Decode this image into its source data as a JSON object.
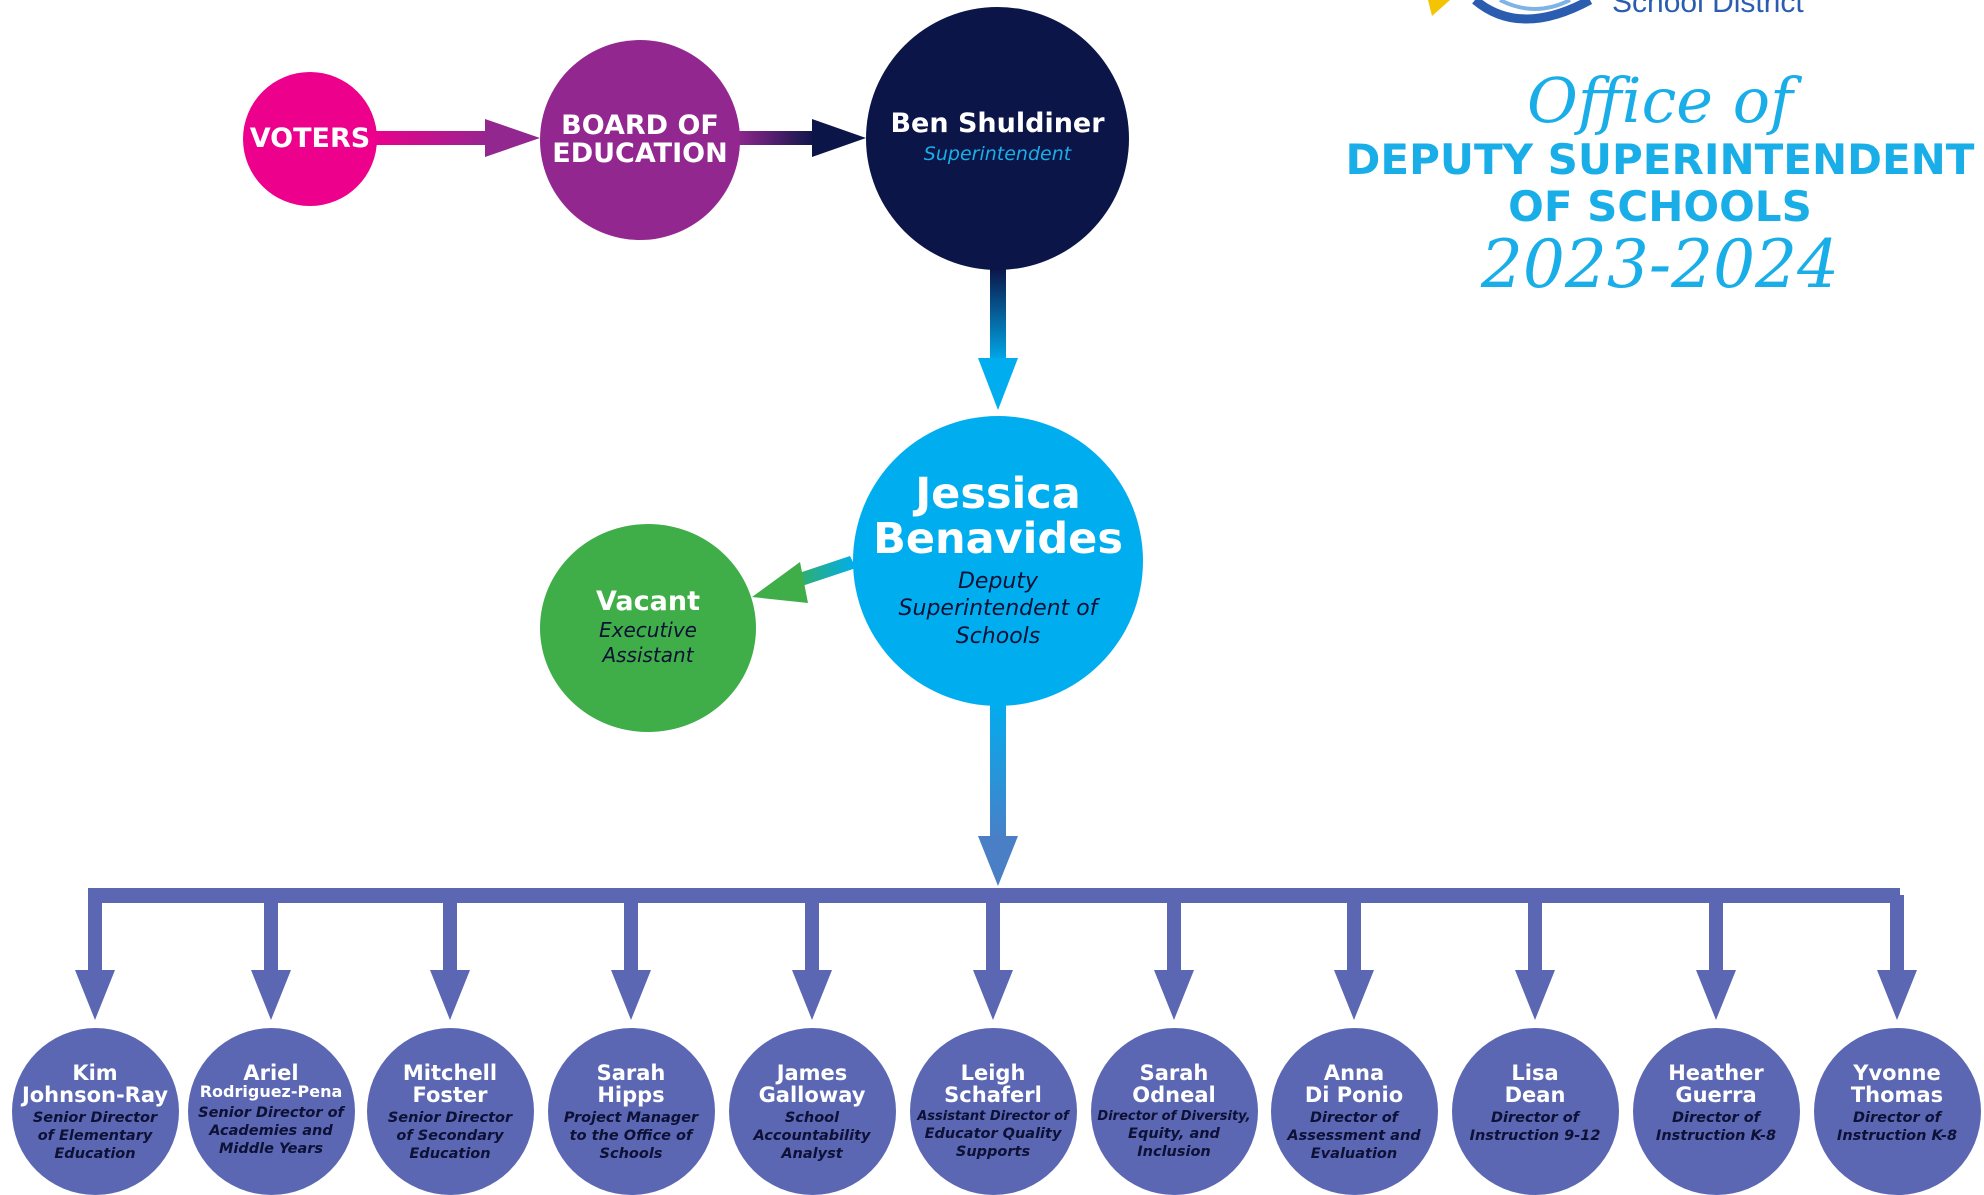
{
  "logo": {
    "text": "School District"
  },
  "header": {
    "office_of": "Office of",
    "title_line1": "DEPUTY SUPERINTENDENT",
    "title_line2": "OF SCHOOLS",
    "year": "2023-2024"
  },
  "top_chain": {
    "voters": "VOTERS",
    "board_line1": "BOARD OF",
    "board_line2": "EDUCATION",
    "superintendent_name": "Ben Shuldiner",
    "superintendent_role": "Superintendent"
  },
  "deputy": {
    "name_line1": "Jessica",
    "name_line2": "Benavides",
    "role_line1": "Deputy",
    "role_line2": "Superintendent of",
    "role_line3": "Schools"
  },
  "assistant": {
    "name": "Vacant",
    "role_line1": "Executive",
    "role_line2": "Assistant"
  },
  "staff": [
    {
      "name": [
        "Kim",
        "Johnson-Ray"
      ],
      "role": [
        "Senior Director",
        "of Elementary",
        "Education"
      ]
    },
    {
      "name": [
        "Ariel",
        "Rodriguez-Pena"
      ],
      "role": [
        "Senior Director of",
        "Academies and",
        "Middle Years"
      ]
    },
    {
      "name": [
        "Mitchell",
        "Foster"
      ],
      "role": [
        "Senior Director",
        "of Secondary",
        "Education"
      ]
    },
    {
      "name": [
        "Sarah",
        "Hipps"
      ],
      "role": [
        "Project Manager",
        "to the Office of",
        "Schools"
      ]
    },
    {
      "name": [
        "James",
        "Galloway"
      ],
      "role": [
        "School",
        "Accountability",
        "Analyst"
      ]
    },
    {
      "name": [
        "Leigh",
        "Schaferl"
      ],
      "role": [
        "Assistant Director of",
        "Educator Quality",
        "Supports"
      ]
    },
    {
      "name": [
        "Sarah",
        "Odneal"
      ],
      "role": [
        "Director of Diversity,",
        "Equity, and",
        "Inclusion"
      ]
    },
    {
      "name": [
        "Anna",
        "Di Ponio"
      ],
      "role": [
        "Director of",
        "Assessment and",
        "Evaluation"
      ]
    },
    {
      "name": [
        "Lisa",
        "Dean"
      ],
      "role": [
        "Director of",
        "Instruction 9-12"
      ]
    },
    {
      "name": [
        "Heather",
        "Guerra"
      ],
      "role": [
        "Director of",
        "Instruction K-8"
      ]
    },
    {
      "name": [
        "Yvonne",
        "Thomas"
      ],
      "role": [
        "Director of",
        "Instruction K-8"
      ]
    }
  ],
  "colors": {
    "voters": "#ec008c",
    "board": "#92278f",
    "superintendent": "#0b1547",
    "deputy": "#00aeef",
    "assistant": "#3fae49",
    "staff": "#5b67b3",
    "header_blue": "#1aaee8"
  }
}
